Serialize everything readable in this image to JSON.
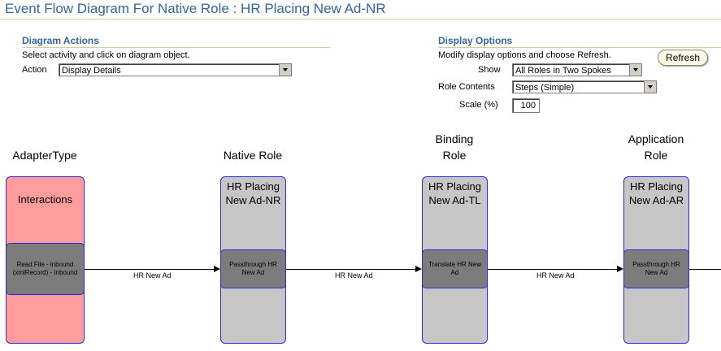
{
  "page": {
    "title": "Event Flow Diagram For Native Role : HR Placing New Ad-NR"
  },
  "diagram_actions": {
    "heading": "Diagram Actions",
    "instruction": "Select activity and click on diagram object.",
    "action_label": "Action",
    "action_value": "Display Details"
  },
  "display_options": {
    "heading": "Display Options",
    "instruction": "Modify display options and choose Refresh.",
    "refresh_label": "Refresh",
    "show_label": "Show",
    "show_value": "All Roles in Two Spokes",
    "role_contents_label": "Role Contents",
    "role_contents_value": "Steps (Simple)",
    "scale_label": "Scale (%)",
    "scale_value": "100"
  },
  "diagram": {
    "columns": [
      {
        "heading_line1": "AdapterType",
        "heading_line2": "",
        "lane_line1": "Interactions",
        "lane_line2": "",
        "step_line1": "Read File - inbound",
        "step_line2": "(xmlRecord) - Inbound"
      },
      {
        "heading_line1": "Native Role",
        "heading_line2": "",
        "lane_line1": "HR Placing",
        "lane_line2": "New Ad-NR",
        "step_line1": "Passthrough HR",
        "step_line2": "New Ad"
      },
      {
        "heading_line1": "Binding",
        "heading_line2": "Role",
        "lane_line1": "HR Placing",
        "lane_line2": "New Ad-TL",
        "step_line1": "Translate HR New",
        "step_line2": "Ad"
      },
      {
        "heading_line1": "Application",
        "heading_line2": "Role",
        "lane_line1": "HR Placing",
        "lane_line2": "New Ad-AR",
        "step_line1": "Passthrough HR",
        "step_line2": "New Ad"
      }
    ],
    "flows": [
      {
        "label": "HR New Ad"
      },
      {
        "label": "HR New Ad"
      },
      {
        "label": "HR New Ad"
      }
    ],
    "colors": {
      "adapter_lane": "#ff9d9d",
      "role_lane": "#c6c6c6",
      "step": "#7c7c7c",
      "border": "#2a2ad4"
    }
  }
}
